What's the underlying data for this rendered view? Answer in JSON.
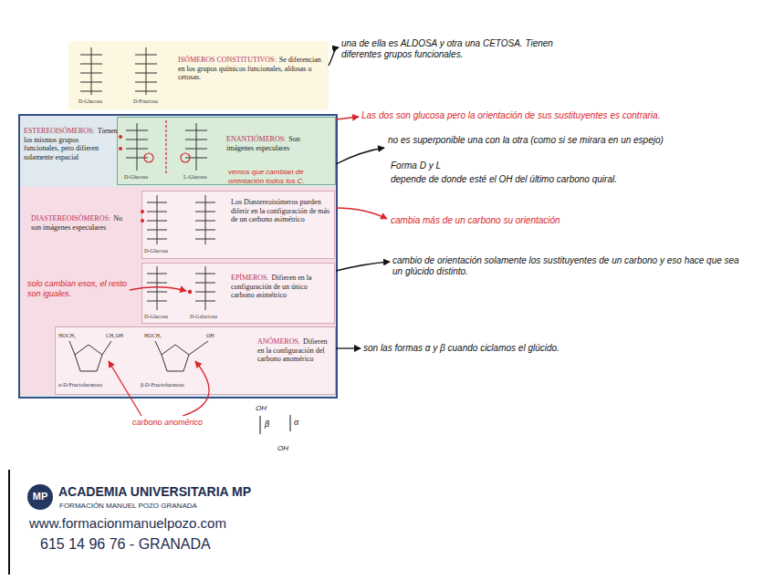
{
  "diagram": {
    "nodes": [
      {
        "text": [
          "ISÓMEROS CONSTITUTIVOS:",
          "Se diferencian en los grupos químicos funcionales, aldosas o cetosas."
        ]
      },
      {
        "text": [
          "ESTEREOISÓMEROS:",
          "Tienen los mismos grupos funcionales, pero difieren solamente espacial"
        ]
      },
      {
        "text": [
          "ENANTIÓMEROS:",
          "Son imágenes especulares"
        ],
        "in": 1
      },
      {
        "text": [
          "DIASTEREOISÓMEROS:",
          "No son imágenes especulares"
        ],
        "in": 1
      },
      {
        "text": [
          "Los Diastereoisómeros pueden diferir en la configuración de más de un carbono asimétrico"
        ],
        "in": 3
      },
      {
        "text": [
          "EPÍMEROS.",
          "Difieren en la configuración de un único carbono asimétrico"
        ],
        "in": 3
      },
      {
        "text": [
          "ANÓMEROS.",
          "Difieren en la configuración del carbono anomérico"
        ],
        "in": 3
      }
    ],
    "labels": [
      "D-Glucosa",
      "D-Fructosa",
      "D-Glucosa",
      "L-Glucosa",
      "D-Glucosa",
      "D-Glucosa",
      "D-Galactosa",
      "HOCH₂",
      "CH₂OH",
      "HOCH₂",
      "OH",
      "α-D-Fructofuranosa",
      "β-D-Fructofuranosa",
      "una de ella es ALDOSA y otra una CETOSA. Tienen diferentes grupos funcionales.",
      "Las dos son glucosa pero la orientación de sus sustituyentes es contraria.",
      "no es superponible una con la otra (como si se mirara en un espejo)",
      "Forma D y L",
      "depende de donde esté el OH del último carbono quiral.",
      "vemos que cambian de orientación todos los C.",
      "cambia más de un carbono su orientación",
      "cambio de orientación solamente los sustituyentes de un carbono y eso hace que sea un glúcido distinto.",
      "solo cambian esos, el resto son iguales.",
      "son las formas α y β cuando ciclamos el glúcido.",
      "carbono anomérico",
      "OH",
      "β",
      "α",
      "OH",
      "MP",
      "ACADEMIA UNIVERSITARIA MP",
      "FORMACIÓN MANUEL POZO GRANADA",
      "www.formacionmanuelpozo.com",
      "615 14 96 76 - GRANADA"
    ]
  }
}
